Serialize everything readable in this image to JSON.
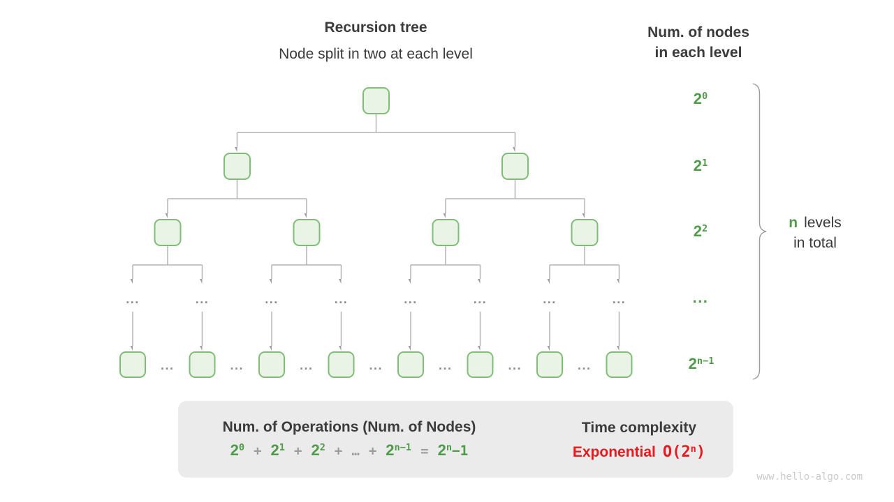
{
  "colors": {
    "green_border": "#7fbd77",
    "green_fill": "#e9f3e6",
    "green_text": "#4f9b49",
    "line": "#b4b4b4",
    "arrow": "#9e9e9e",
    "dots": "#8c8c8c",
    "dark": "#3b3b3b",
    "gray_op": "#9c9c9c",
    "panel_bg": "#ebebeb",
    "red": "#e8191f",
    "block_arrow": "#c1c1c1",
    "watermark": "#c9cacb",
    "brace": "#9a9a9a"
  },
  "header": {
    "title": "Recursion tree",
    "subtitle": "Node split in two at each level"
  },
  "right_header": {
    "line1": "Num. of nodes",
    "line2": "in each level"
  },
  "level_labels": [
    {
      "base": "2",
      "sup": "0"
    },
    {
      "base": "2",
      "sup": "1"
    },
    {
      "base": "2",
      "sup": "2"
    },
    {
      "base": "...",
      "sup": ""
    },
    {
      "base": "2",
      "sup": "n−1"
    }
  ],
  "brace_label": {
    "n": "n",
    "levels": "levels",
    "line2": "in total"
  },
  "tree": {
    "ellipsis": "..."
  },
  "operations_box": {
    "title": "Num. of Operations (Num. of Nodes)",
    "formula": [
      {
        "t": "2",
        "sup": "0"
      },
      {
        "t": "+"
      },
      {
        "t": "2",
        "sup": "1"
      },
      {
        "t": "+"
      },
      {
        "t": "2",
        "sup": "2"
      },
      {
        "t": "+"
      },
      {
        "t": "…"
      },
      {
        "t": "+"
      },
      {
        "t": "2",
        "sup": "n−1"
      },
      {
        "t": "="
      },
      {
        "t": "2",
        "sup": "n",
        "tail": "−1"
      }
    ]
  },
  "time_complexity": {
    "title": "Time complexity",
    "label": "Exponential",
    "big_o": {
      "open": "O(2",
      "sup": "n",
      "close": ")"
    }
  },
  "watermark": "www.hello-algo.com"
}
